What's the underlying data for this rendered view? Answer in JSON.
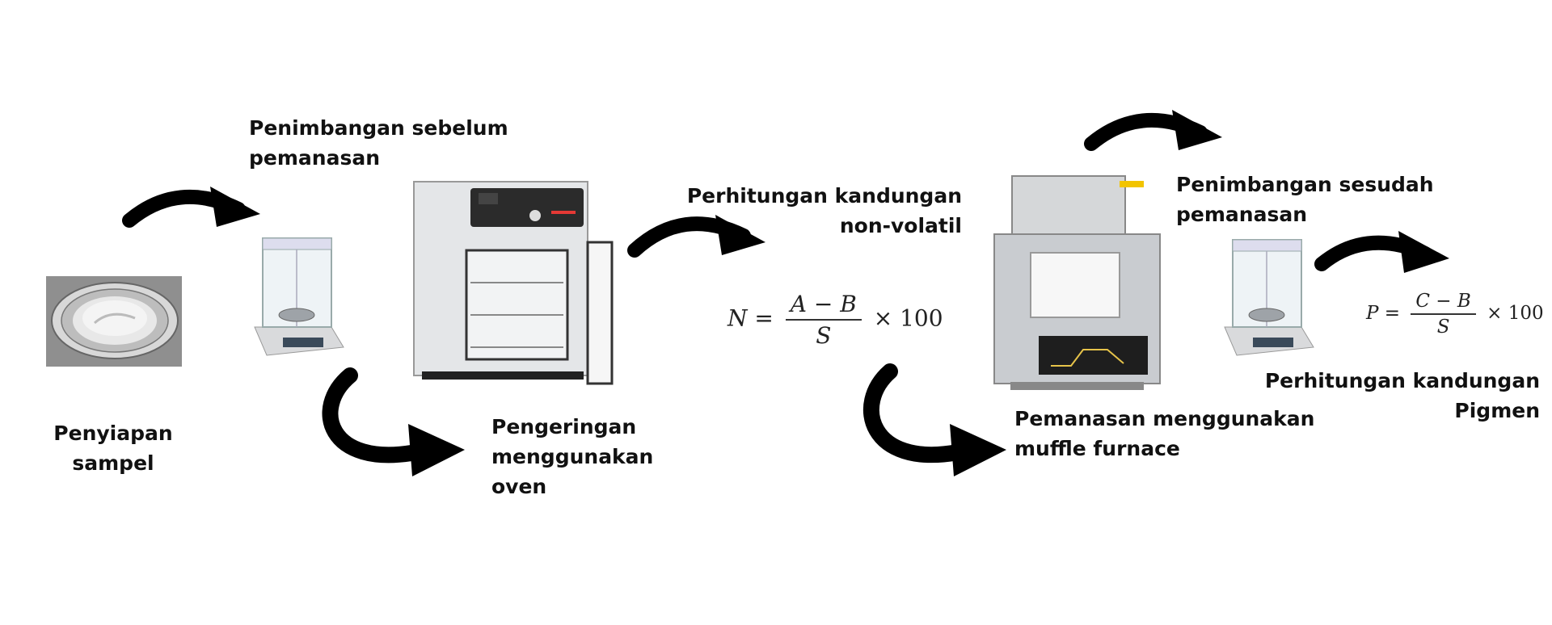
{
  "steps": {
    "sample_prep": "Penyiapan\nsampel",
    "weigh_before": "Penimbangan sebelum\npemanasan",
    "drying": "Pengeringan menggunakan\noven",
    "calc_nonvolatile": "Perhitungan kandungan\nnon-volatil",
    "heating": "Pemanasan menggunakan\nmuffle furnace",
    "weigh_after": "Penimbangan sesudah\npemanasan",
    "calc_pigment": "Perhitungan kandungan\nPigmen"
  },
  "formula_n": {
    "lhs": "N",
    "num": "A − B",
    "den": "S",
    "times": "× 100"
  },
  "formula_p": {
    "lhs": "P",
    "num": "C − B",
    "den": "S",
    "times": "× 100"
  },
  "colors": {
    "arrow": "#000000",
    "steel": "#c9ccd0",
    "panel": "#2b2b2b",
    "accent": "#e53935"
  }
}
